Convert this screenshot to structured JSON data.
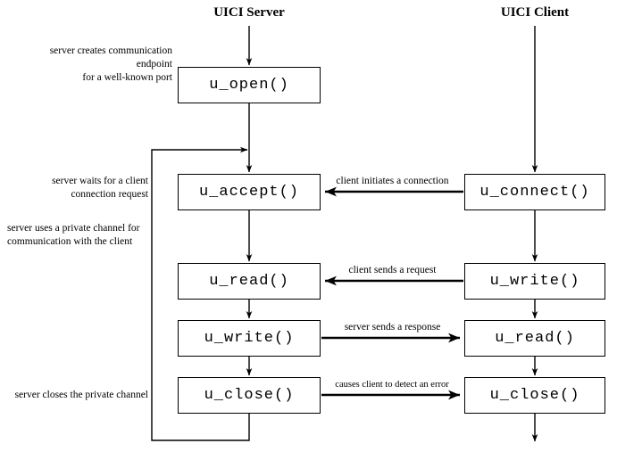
{
  "diagram": {
    "title_server": "UICI Server",
    "title_client": "UICI Client",
    "server_boxes": [
      {
        "label": "u_open()"
      },
      {
        "label": "u_accept()"
      },
      {
        "label": "u_read()"
      },
      {
        "label": "u_write()"
      },
      {
        "label": "u_close()"
      }
    ],
    "client_boxes": [
      {
        "label": "u_connect()"
      },
      {
        "label": "u_write()"
      },
      {
        "label": "u_read()"
      },
      {
        "label": "u_close()"
      }
    ],
    "side_notes": [
      {
        "text": "server creates communication endpoint\nfor a well-known port"
      },
      {
        "text": "server waits for a client\nconnection request"
      },
      {
        "text": "server uses a private channel for\ncommunication with the client"
      },
      {
        "text": "server closes the private channel"
      }
    ],
    "edge_labels": [
      {
        "text": "client initiates a connection"
      },
      {
        "text": "client sends a request"
      },
      {
        "text": "server sends a response"
      },
      {
        "text": "causes client to detect an error"
      }
    ],
    "colors": {
      "stroke": "#000000",
      "background": "#ffffff",
      "text": "#000000"
    }
  }
}
